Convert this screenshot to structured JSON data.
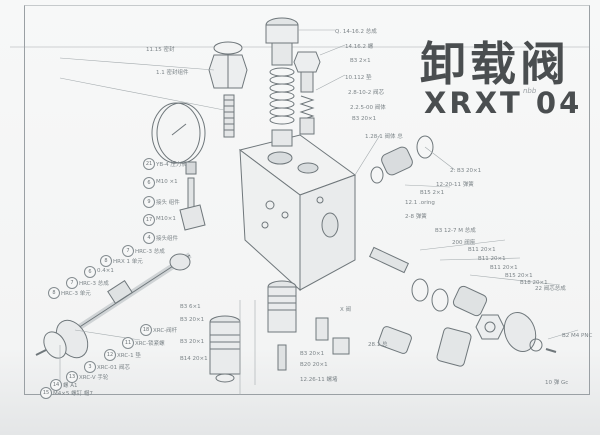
{
  "title": {
    "chinese": "卸载阀",
    "model": "XRXT  04",
    "note": "nbb"
  },
  "diagram": {
    "type": "exploded-view engineering drawing",
    "subject": "unloading valve assembly",
    "components": [
      "valve body",
      "pressure gauge",
      "relief cartridge",
      "spring stack",
      "hex plug",
      "adjusting screw",
      "handwheel",
      "check valve cartridges",
      "seals and o-rings"
    ]
  },
  "callouts_left": [
    {
      "num": "21",
      "text": "YB-4 压力表"
    },
    {
      "num": "6",
      "text": "M10 ×1"
    },
    {
      "num": "9",
      "text": "接头 组件"
    },
    {
      "num": "17",
      "text": "M10×1"
    },
    {
      "num": "4",
      "text": "接头组件"
    },
    {
      "num": "7",
      "text": "HRC-3 总成"
    },
    {
      "num": "8",
      "text": "HRX 1 单元"
    },
    {
      "num": "6",
      "text": "0.4×1"
    },
    {
      "num": "7",
      "text": "HRC-3 总成"
    },
    {
      "num": "8",
      "text": "HRC-3 单元"
    },
    {
      "num": "18",
      "text": "XRC-阀杆"
    },
    {
      "num": "11",
      "text": "XRC-锁紧螺"
    },
    {
      "num": "12",
      "text": "XRC-1 垫"
    },
    {
      "num": "3",
      "text": "XRC-01 阀芯"
    },
    {
      "num": "13",
      "text": "XRC-V 手轮"
    },
    {
      "num": "14",
      "text": "螺 A1"
    },
    {
      "num": "15",
      "text": "M4×5 螺钉 帽7"
    }
  ],
  "callouts_top": [
    {
      "text": "Q. 14-16.2 总成"
    },
    {
      "text": "14.16.2 螺"
    },
    {
      "text": "B3 2×1"
    },
    {
      "text": "10.112 垫"
    },
    {
      "text": "2.8-10-2 阀芯"
    },
    {
      "text": "2.2.5-00 阀体"
    },
    {
      "text": "B3 20×1"
    },
    {
      "text": "1.28-1 阀体 总"
    },
    {
      "text": "11.15 密封"
    },
    {
      "text": "1.1 密封组件"
    }
  ],
  "callouts_right": [
    {
      "text": "2.  B3 20×1"
    },
    {
      "text": "12-20-11 弹簧"
    },
    {
      "text": "B15 2×1"
    },
    {
      "text": "12.1 .oring"
    },
    {
      "text": "2-8 弹簧"
    },
    {
      "text": "B3 12-7 M 总成"
    },
    {
      "text": "200 阀座"
    },
    {
      "text": "B11 20×1"
    },
    {
      "text": "B11 20×1"
    },
    {
      "text": "B11 20×1"
    },
    {
      "text": "B15 20×1"
    },
    {
      "text": "B18 20×1"
    },
    {
      "text": "22 阀芯总成"
    },
    {
      "text": "B2 M4 PNC"
    },
    {
      "text": "10 弹 Gc"
    }
  ],
  "callouts_bottom": [
    {
      "text": "B3 6×1"
    },
    {
      "text": "B3 20×1"
    },
    {
      "text": "B3 20×1"
    },
    {
      "text": "B14 20×1"
    },
    {
      "text": "B3 20×1"
    },
    {
      "text": "B20 20×1"
    },
    {
      "text": "12.26-11 螺堵"
    },
    {
      "text": "X 阀"
    },
    {
      "text": "28.1 总"
    }
  ],
  "colors": {
    "paper": "#f5f6f6",
    "line": "#6f777b",
    "title": "#4a4e50",
    "frame": "#9aa0a4"
  }
}
